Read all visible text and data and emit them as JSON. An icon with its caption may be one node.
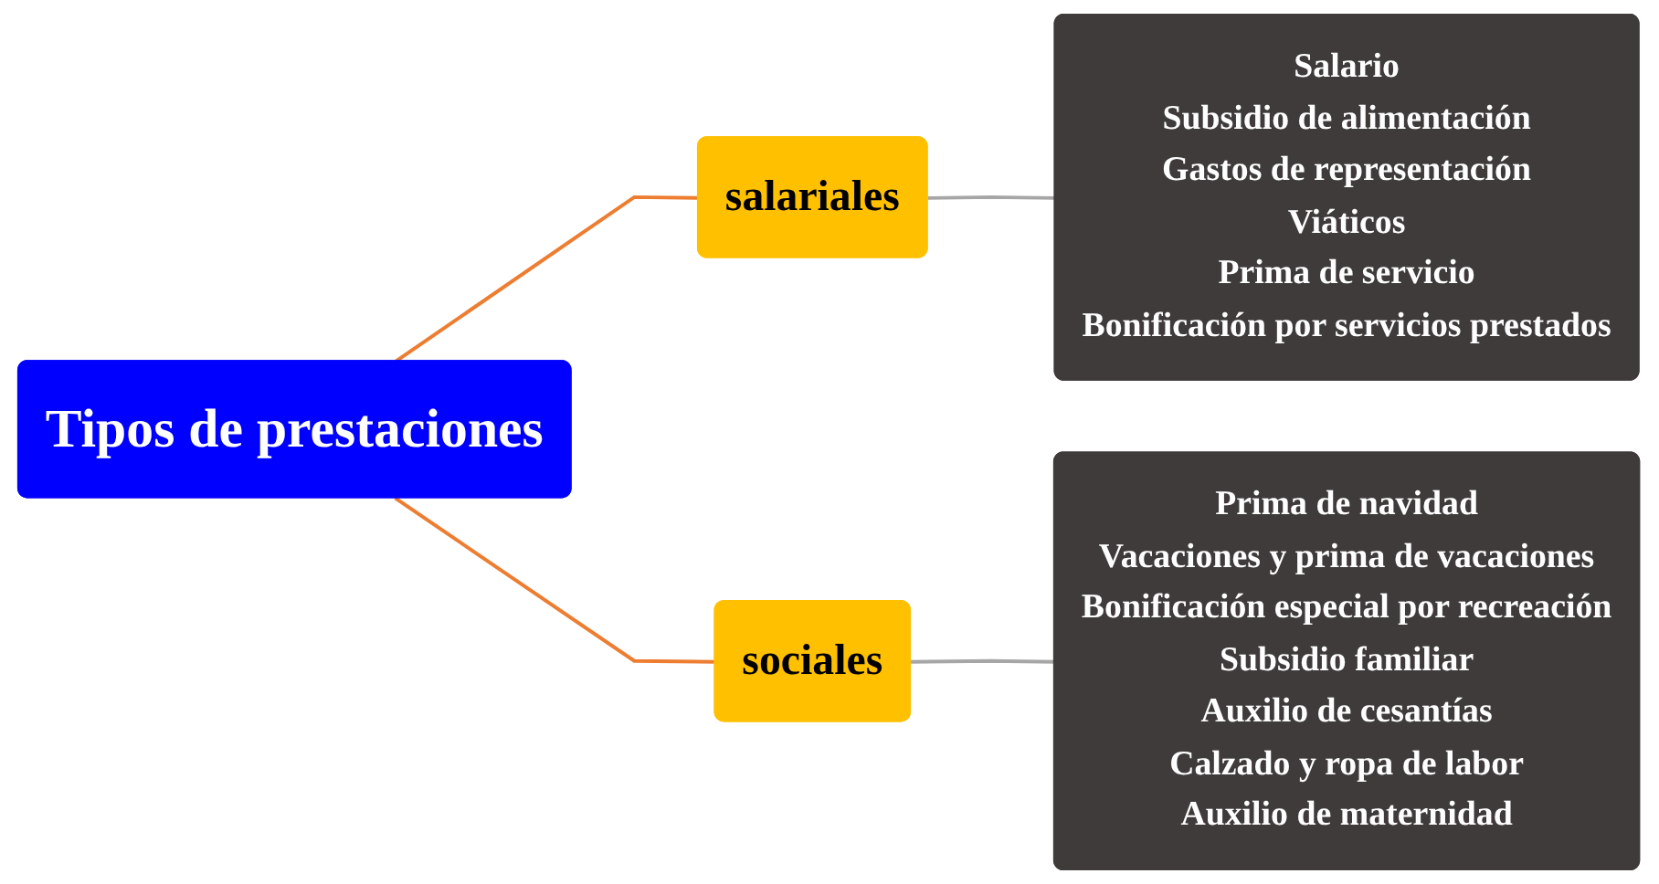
{
  "diagram": {
    "nodes": [
      {
        "text": [
          "Tipos de prestaciones"
        ]
      },
      {
        "text": [
          "salariales"
        ]
      },
      {
        "text": [
          "sociales"
        ]
      },
      {
        "text": [
          "Salario",
          "Subsidio de alimentación",
          "Gastos de representación",
          "Viáticos",
          "Prima de servicio",
          "Bonificación por servicios prestados"
        ]
      },
      {
        "text": [
          "Prima de navidad",
          "Vacaciones y prima de vacaciones",
          "Bonificación especial por recreación",
          "Subsidio familiar",
          "Auxilio de cesantías",
          "Calzado y ropa de labor",
          "Auxilio de maternidad"
        ]
      }
    ],
    "edges": [
      {
        "from": 0,
        "to": 1,
        "arrow": "none",
        "color": "#ed7d31"
      },
      {
        "from": 0,
        "to": 2,
        "arrow": "none",
        "color": "#ed7d31"
      },
      {
        "from": 1,
        "to": 3,
        "arrow": "none",
        "color": "#a6a6a6"
      },
      {
        "from": 2,
        "to": 4,
        "arrow": "none",
        "color": "#a6a6a6"
      }
    ]
  }
}
